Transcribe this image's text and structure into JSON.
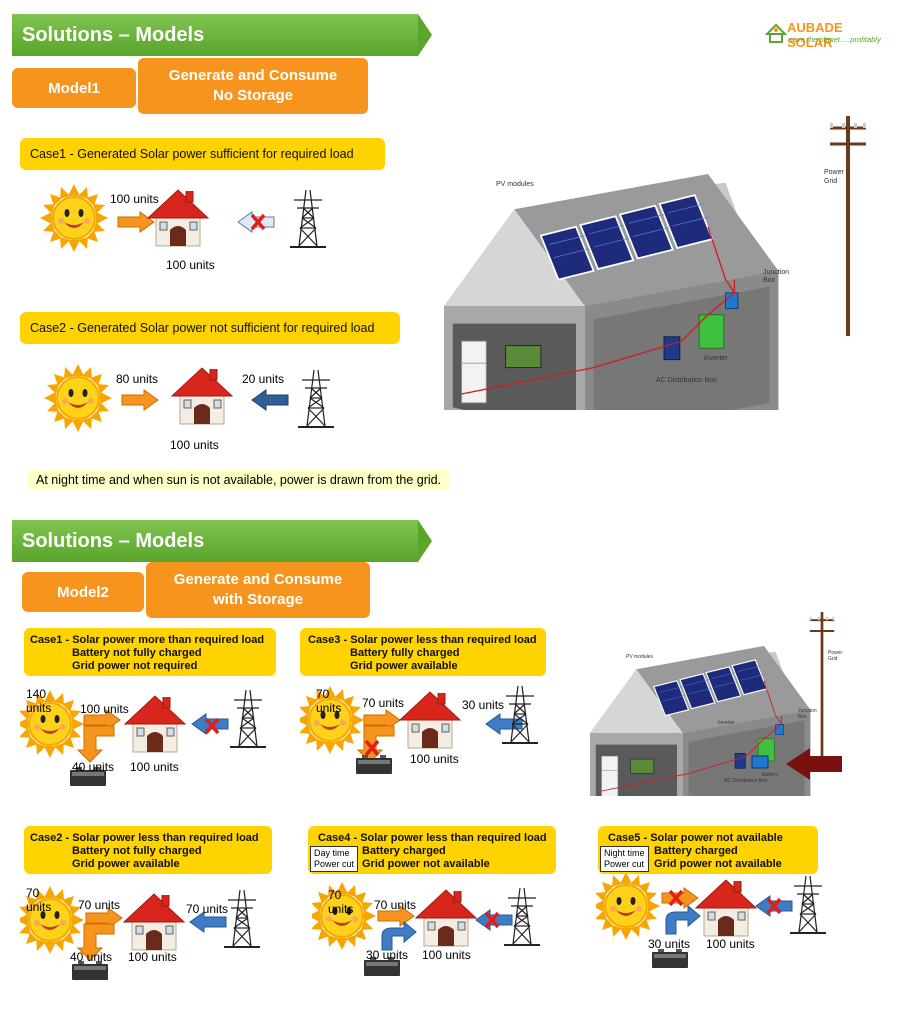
{
  "logo": {
    "brand": "AUBADE SOLAR",
    "tagline": "save the planet.....profitably"
  },
  "section1": {
    "title": "Solutions – Models",
    "model_label": "Model1",
    "model_desc": "Generate and Consume\nNo Storage",
    "case1": {
      "title": "Case1 -  Generated Solar power sufficient for required load",
      "in_units": "100 units",
      "house_units": "100 units"
    },
    "case2": {
      "title": "Case2 - Generated Solar power not sufficient for required load",
      "solar_units": "80 units",
      "grid_units": "20 units",
      "house_units": "100 units"
    },
    "note": "At night time and when sun is not available, power is drawn from the grid.",
    "diagram_labels": {
      "pv": "PV modules",
      "grid": "Power\nGrid",
      "jbox": "Junction\nBox",
      "inverter": "Inverter",
      "acdb": "AC Distribution Box"
    }
  },
  "section2": {
    "title": "Solutions – Models",
    "model_label": "Model2",
    "model_desc": "Generate and Consume\nwith Storage",
    "case1": {
      "lines": [
        "Case1 - Solar power more than required load",
        "Battery not fully charged",
        "Grid power not required"
      ],
      "sun_units": "140\nunits",
      "house_in": "100 units",
      "batt": "40 units",
      "house_units": "100 units"
    },
    "case2": {
      "lines": [
        "Case2 - Solar power less than required load",
        "Battery not fully charged",
        "Grid power available"
      ],
      "sun_units": "70\nunits",
      "house_in": "70 units",
      "grid": "70 units",
      "batt": "40 units",
      "house_units": "100 units"
    },
    "case3": {
      "lines": [
        "Case3 - Solar power less than required load",
        "Battery fully charged",
        "Grid power available"
      ],
      "sun_units": "70\nunits",
      "house_in": "70 units",
      "grid": "30 units",
      "house_units": "100 units"
    },
    "case4": {
      "lines": [
        "Case4 - Solar power less than required load",
        "Battery charged",
        "Grid power not available"
      ],
      "tag": [
        "Day time",
        "Power cut"
      ],
      "sun_units": "70\nunits",
      "house_in": "70 units",
      "batt": "30 units",
      "house_units": "100 units"
    },
    "case5": {
      "lines": [
        "Case5 -  Solar power not available",
        "Battery charged",
        "Grid power not available"
      ],
      "tag": [
        "Night time",
        "Power cut"
      ],
      "batt": "30 units",
      "house_units": "100 units"
    },
    "diagram_labels": {
      "pv": "PV modules",
      "grid": "Power\nGrid",
      "jbox": "Junction\nBox",
      "inverter": "Inverter",
      "acdb": "AC Distribution Box",
      "battery": "Battery"
    }
  }
}
